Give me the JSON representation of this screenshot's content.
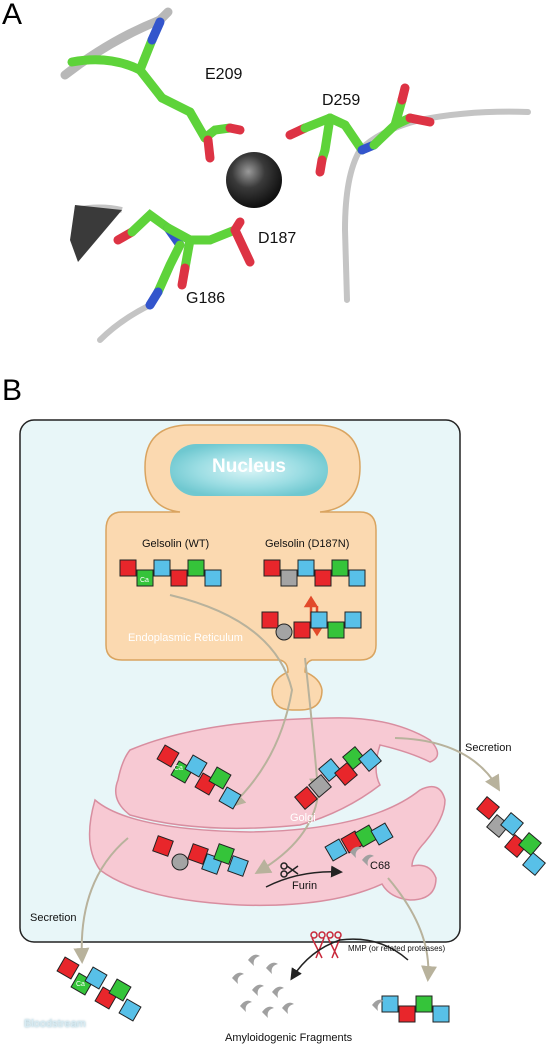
{
  "panel_a": {
    "label": "A",
    "residues": [
      "E209",
      "D259",
      "D187",
      "G186"
    ]
  },
  "panel_b": {
    "label": "B",
    "nucleus": "Nucleus",
    "er_label": "Endoplasmic Reticulum",
    "wt_label": "Gelsolin (WT)",
    "mutant_label": "Gelsolin (D187N)",
    "ca_ion": "Ca²⁺",
    "golgi_label": "Golgi",
    "furin_label": "Furin",
    "c68_label": "C68",
    "secretion_right": "Secretion",
    "secretion_left": "Secretion",
    "bloodstream": "Bloodstream",
    "mmp_label": "MMP (or related proteases)",
    "fragments_label": "Amyloidogenic Fragments"
  },
  "colors": {
    "cell_bg": "#e8f6f8",
    "er_fill": "#fbd9b0",
    "er_stroke": "#d9a460",
    "golgi_fill": "#f7c9d3",
    "golgi_stroke": "#d88ea0",
    "domain_red": "#e8262b",
    "domain_blue": "#58c0e8",
    "domain_green": "#35c43a",
    "domain_gray": "#a4a4a4",
    "carbon_green": "#5ed33a"
  }
}
